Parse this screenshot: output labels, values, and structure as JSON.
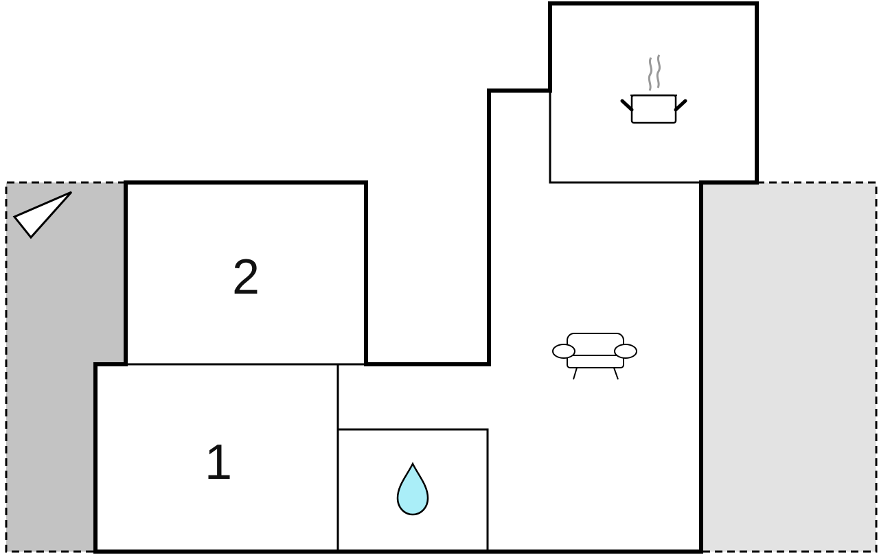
{
  "rooms": {
    "bedroom_1": {
      "label": "1"
    },
    "bedroom_2": {
      "label": "2"
    },
    "bathroom": {
      "icon": "water-drop-icon"
    },
    "kitchen": {
      "icon": "cooking-pot-icon"
    },
    "living_room": {
      "icon": "sofa-icon"
    }
  },
  "compass": {
    "icon": "north-arrow-icon"
  },
  "areas": {
    "terrace_left": {
      "kind": "dashed-outline"
    },
    "terrace_right": {
      "kind": "dashed-outline"
    }
  },
  "colors": {
    "wall": "#000000",
    "terrace_left_fill": "#c3c3c3",
    "terrace_right_fill": "#e3e3e3",
    "water_drop": "#aaeef8",
    "steam": "#999999",
    "background": "#ffffff"
  }
}
